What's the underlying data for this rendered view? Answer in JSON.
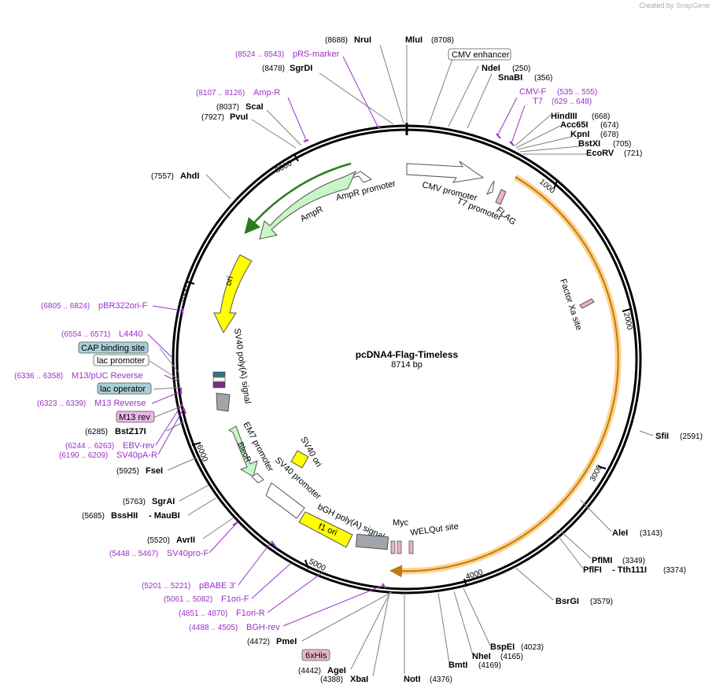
{
  "credit": {
    "created_by": "Created by",
    "brand": "SnapGene"
  },
  "plasmid": {
    "name": "pcDNA4-Flag-Timeless",
    "size_label": "8714 bp",
    "length_bp": 8714
  },
  "colors": {
    "enzyme": "#000000",
    "primer": "#9b30c8",
    "backbone": "#000000",
    "cds_feature": "#ffb84d",
    "orange_arrow": "#c07a12",
    "ampr": "#c8f7c5",
    "ori": "#ffff00",
    "lac_operator_box": "#a9cfd9",
    "m13rev_box": "#e8b7e8",
    "sixhis_box": "#e6b8c6"
  },
  "ticks": [
    {
      "bp": 1000,
      "label": "1000"
    },
    {
      "bp": 2000,
      "label": "2000"
    },
    {
      "bp": 3000,
      "label": "3000"
    },
    {
      "bp": 4000,
      "label": "4000"
    },
    {
      "bp": 5000,
      "label": "5000"
    },
    {
      "bp": 6000,
      "label": "6000"
    },
    {
      "bp": 7000,
      "label": "7000"
    },
    {
      "bp": 8000,
      "label": "8000"
    }
  ],
  "enzymes_top": [
    {
      "name": "MluI",
      "pos": "(8708)"
    },
    {
      "name": "NruI",
      "pos": "(8688)"
    },
    {
      "name": "SgrDI",
      "pos": "(8478)"
    },
    {
      "name": "ScaI",
      "pos": "(8037)"
    },
    {
      "name": "PvuI",
      "pos": "(7927)"
    },
    {
      "name": "AhdI",
      "pos": "(7557)"
    }
  ],
  "enzymes_right": [
    {
      "name": "NdeI",
      "pos": "(250)"
    },
    {
      "name": "SnaBI",
      "pos": "(356)"
    },
    {
      "name": "HindIII",
      "pos": "(668)"
    },
    {
      "name": "Acc65I",
      "pos": "(674)"
    },
    {
      "name": "KpnI",
      "pos": "(678)"
    },
    {
      "name": "BstXI",
      "pos": "(705)"
    },
    {
      "name": "EcoRV",
      "pos": "(721)"
    },
    {
      "name": "SfiI",
      "pos": "(2591)"
    },
    {
      "name": "AleI",
      "pos": "(3143)"
    },
    {
      "name": "PflMI",
      "pos": "(3349)"
    },
    {
      "name": "PflFI",
      "name2": "- Tth111I",
      "pos": "(3374)"
    },
    {
      "name": "BsrGI",
      "pos": "(3579)"
    },
    {
      "name": "BspEI",
      "pos": "(4023)"
    },
    {
      "name": "NheI",
      "pos": "(4165)"
    },
    {
      "name": "BmtI",
      "pos": "(4169)"
    },
    {
      "name": "NotI",
      "pos": "(4376)"
    }
  ],
  "enzymes_left": [
    {
      "name": "BstZ17I",
      "pos": "(6285)"
    },
    {
      "name": "FseI",
      "pos": "(5925)"
    },
    {
      "name": "SgrAI",
      "pos": "(5763)"
    },
    {
      "name": "BssHII",
      "name2": "- MauBI",
      "pos": "(5685)"
    },
    {
      "name": "AvrII",
      "pos": "(5520)"
    },
    {
      "name": "PmeI",
      "pos": "(4472)"
    },
    {
      "name": "AgeI",
      "pos": "(4442)"
    },
    {
      "name": "XbaI",
      "pos": "(4388)"
    }
  ],
  "primers": [
    {
      "name": "pRS-marker",
      "range": "(8524 .. 8543)"
    },
    {
      "name": "Amp-R",
      "range": "(8107 .. 8126)"
    },
    {
      "name": "CMV-F",
      "range": "(535 .. 555)"
    },
    {
      "name": "T7",
      "range": "(629 .. 648)"
    },
    {
      "name": "pBR322ori-F",
      "range": "(6805 .. 6824)"
    },
    {
      "name": "L4440",
      "range": "(6554 .. 6571)"
    },
    {
      "name": "M13/pUC Reverse",
      "range": "(6336 .. 6358)"
    },
    {
      "name": "M13 Reverse",
      "range": "(6323 .. 6339)"
    },
    {
      "name": "EBV-rev",
      "range": "(6244 .. 6263)"
    },
    {
      "name": "SV40pA-R",
      "range": "(6190 .. 6209)"
    },
    {
      "name": "SV40pro-F",
      "range": "(5448 .. 5467)"
    },
    {
      "name": "pBABE 3'",
      "range": "(5201 .. 5221)"
    },
    {
      "name": "F1ori-F",
      "range": "(5061 .. 5082)"
    },
    {
      "name": "F1ori-R",
      "range": "(4851 .. 4870)"
    },
    {
      "name": "BGH-rev",
      "range": "(4488 .. 4505)"
    }
  ],
  "boxed_labels": {
    "cmv_enhancer": "CMV enhancer",
    "cap_binding_site": "CAP binding site",
    "lac_promoter": "lac promoter",
    "lac_operator": "lac operator",
    "m13_rev": "M13 rev",
    "six_his": "6xHis"
  },
  "features": {
    "cmv_promoter": "CMV promoter",
    "t7_promoter": "T7 promoter",
    "flag": "FLAG",
    "factor_xa": "Factor Xa site",
    "ampr_promoter": "AmpR promoter",
    "ampr": "AmpR",
    "ori": "ori",
    "sv40_polya": "SV40 poly(A) signal",
    "em7_promoter": "EM7 promoter",
    "bleor": "BleoR",
    "sv40_ori": "SV40 ori",
    "sv40_promoter": "SV40 promoter",
    "f1_ori": "f1 ori",
    "bgh_polya": "bGH poly(A) signal",
    "myc": "Myc",
    "welqut": "WELQut site"
  }
}
